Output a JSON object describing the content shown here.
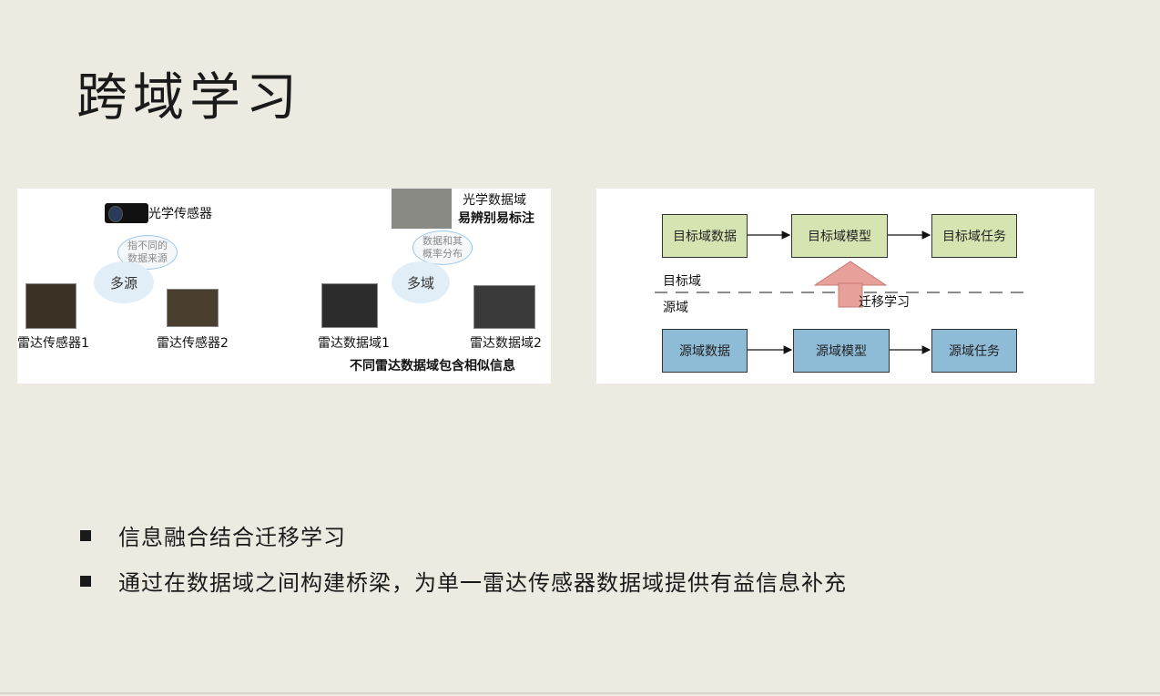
{
  "slide": {
    "title": "跨域学习"
  },
  "left_figure": {
    "optical_sensor_label": "光学传感器",
    "source_thought": [
      "指不同的",
      "数据来源"
    ],
    "multi_source": "多源",
    "radar_sensor_1": "雷达传感器1",
    "radar_sensor_2": "雷达传感器2",
    "optical_domain_label": "光学数据域",
    "optical_domain_note": "易辨别易标注",
    "domain_thought": [
      "数据和其",
      "概率分布"
    ],
    "multi_domain": "多域",
    "radar_domain_1": "雷达数据域1",
    "radar_domain_2": "雷达数据域2",
    "caption": "不同雷达数据域包含相似信息"
  },
  "right_figure": {
    "target_data": "目标域数据",
    "target_model": "目标域模型",
    "target_task": "目标域任务",
    "target_domain": "目标域",
    "source_domain": "源域",
    "transfer": "迁移学习",
    "source_data": "源域数据",
    "source_model": "源域模型",
    "source_task": "源域任务",
    "colors": {
      "target_box": "#d5e4b0",
      "source_box": "#8ebbd6",
      "arrow": "#e8a09a"
    }
  },
  "bullets": [
    "信息融合结合迁移学习",
    "通过在数据域之间构建桥梁，为单一雷达传感器数据域提供有益信息补充"
  ]
}
